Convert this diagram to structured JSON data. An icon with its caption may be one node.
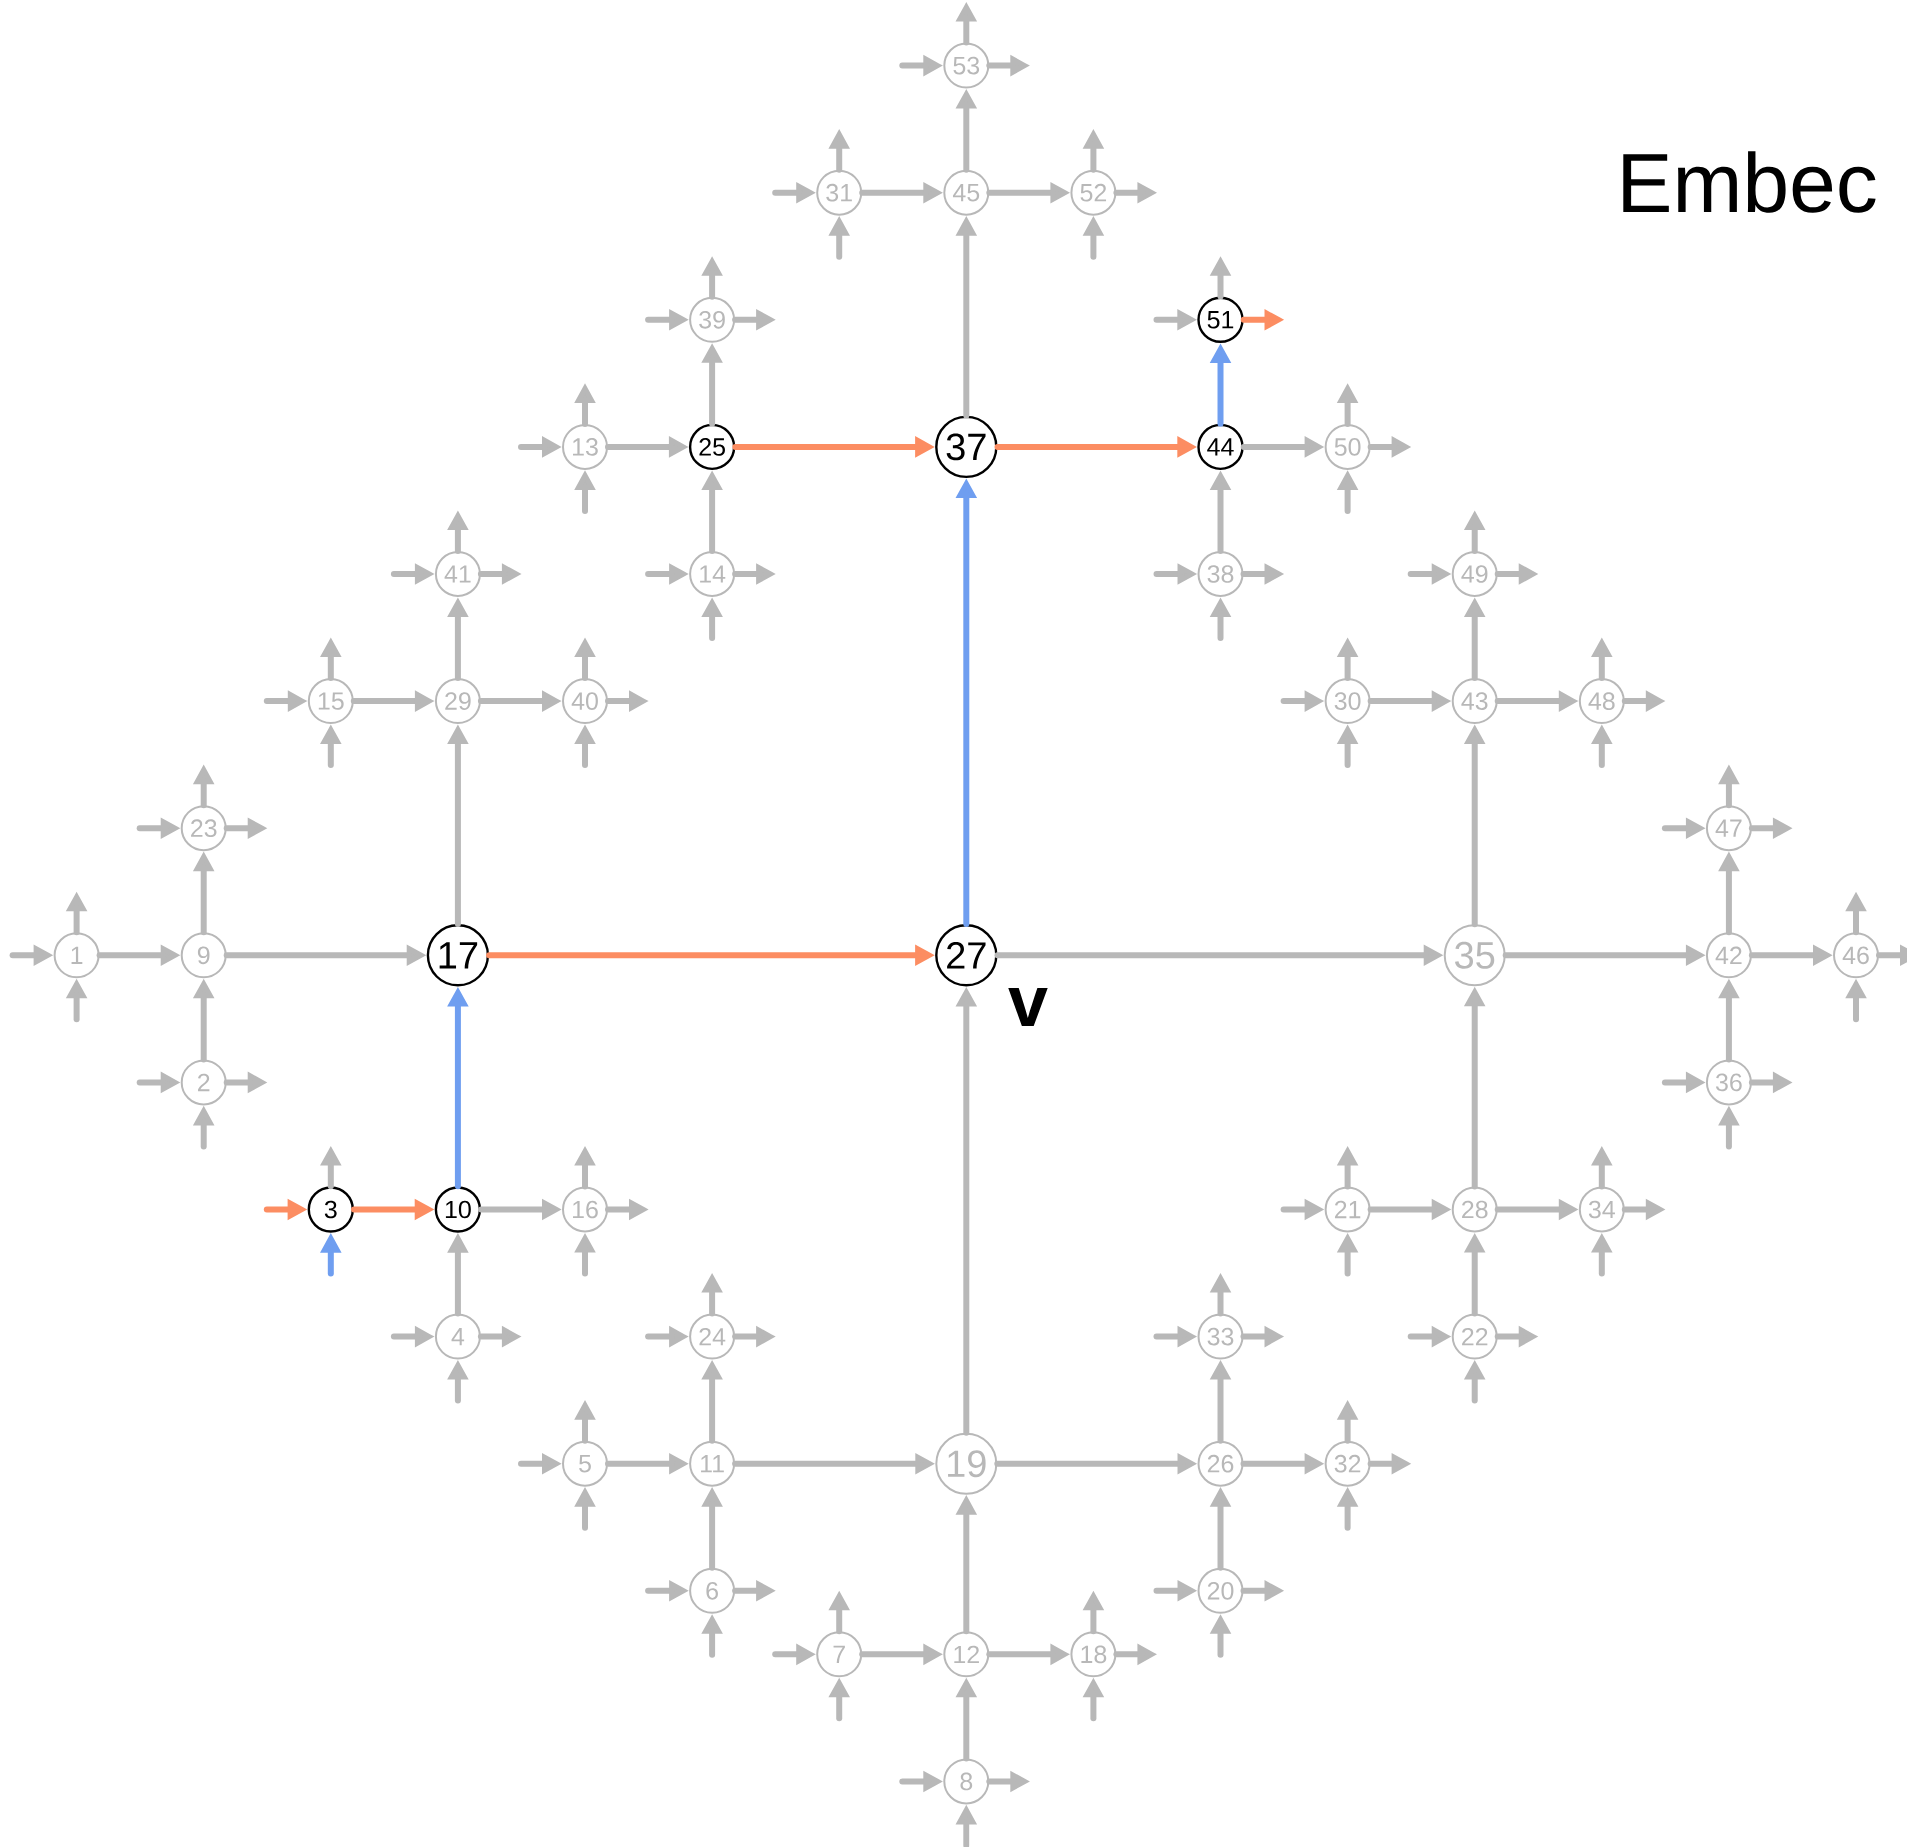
{
  "diagram": {
    "nodes": [
      {
        "text": [
          "1"
        ]
      },
      {
        "text": [
          "2"
        ]
      },
      {
        "text": [
          "3"
        ]
      },
      {
        "text": [
          "4"
        ]
      },
      {
        "text": [
          "5"
        ]
      },
      {
        "text": [
          "6"
        ]
      },
      {
        "text": [
          "7"
        ]
      },
      {
        "text": [
          "8"
        ]
      },
      {
        "text": [
          "9"
        ]
      },
      {
        "text": [
          "10"
        ]
      },
      {
        "text": [
          "11"
        ]
      },
      {
        "text": [
          "12"
        ]
      },
      {
        "text": [
          "13"
        ]
      },
      {
        "text": [
          "14"
        ]
      },
      {
        "text": [
          "15"
        ]
      },
      {
        "text": [
          "16"
        ]
      },
      {
        "text": [
          "17"
        ]
      },
      {
        "text": [
          "18"
        ]
      },
      {
        "text": [
          "19"
        ]
      },
      {
        "text": [
          "20"
        ]
      },
      {
        "text": [
          "21"
        ]
      },
      {
        "text": [
          "22"
        ]
      },
      {
        "text": [
          "23"
        ]
      },
      {
        "text": [
          "24"
        ]
      },
      {
        "text": [
          "25"
        ]
      },
      {
        "text": [
          "26"
        ]
      },
      {
        "text": [
          "27"
        ]
      },
      {
        "text": [
          "28"
        ]
      },
      {
        "text": [
          "29"
        ]
      },
      {
        "text": [
          "30"
        ]
      },
      {
        "text": [
          "31"
        ]
      },
      {
        "text": [
          "32"
        ]
      },
      {
        "text": [
          "33"
        ]
      },
      {
        "text": [
          "34"
        ]
      },
      {
        "text": [
          "35"
        ]
      },
      {
        "text": [
          "36"
        ]
      },
      {
        "text": [
          "37"
        ]
      },
      {
        "text": [
          "38"
        ]
      },
      {
        "text": [
          "39"
        ]
      },
      {
        "text": [
          "40"
        ]
      },
      {
        "text": [
          "41"
        ]
      },
      {
        "text": [
          "42"
        ]
      },
      {
        "text": [
          "43"
        ]
      },
      {
        "text": [
          "44"
        ]
      },
      {
        "text": [
          "45"
        ]
      },
      {
        "text": [
          "46"
        ]
      },
      {
        "text": [
          "47"
        ]
      },
      {
        "text": [
          "48"
        ]
      },
      {
        "text": [
          "49"
        ]
      },
      {
        "text": [
          "50"
        ]
      },
      {
        "text": [
          "51"
        ]
      },
      {
        "text": [
          "52"
        ]
      },
      {
        "text": [
          "53"
        ]
      }
    ],
    "edges": [
      {
        "from": 0,
        "to": 8,
        "arrow": "to"
      },
      {
        "from": 1,
        "to": 8,
        "arrow": "to"
      },
      {
        "from": 8,
        "to": 16,
        "arrow": "to"
      },
      {
        "from": 8,
        "to": 22,
        "arrow": "to"
      },
      {
        "from": 9,
        "to": 16,
        "arrow": "to",
        "color": "#6f9ef0"
      },
      {
        "from": 16,
        "to": 26,
        "arrow": "to",
        "color": "#fc8d62"
      },
      {
        "from": 14,
        "to": 28,
        "arrow": "to"
      },
      {
        "from": 16,
        "to": 28,
        "arrow": "to"
      },
      {
        "from": 28,
        "to": 39,
        "arrow": "to"
      },
      {
        "from": 28,
        "to": 40,
        "arrow": "to"
      },
      {
        "from": 2,
        "to": 9,
        "arrow": "to",
        "color": "#fc8d62"
      },
      {
        "from": 3,
        "to": 9,
        "arrow": "to"
      },
      {
        "from": 9,
        "to": 15,
        "arrow": "to"
      },
      {
        "from": 18,
        "to": 26,
        "arrow": "to"
      },
      {
        "from": 26,
        "to": 34,
        "arrow": "to"
      },
      {
        "from": 26,
        "to": 36,
        "arrow": "to",
        "color": "#6f9ef0"
      },
      {
        "from": 12,
        "to": 24,
        "arrow": "to"
      },
      {
        "from": 13,
        "to": 24,
        "arrow": "to"
      },
      {
        "from": 24,
        "to": 36,
        "arrow": "to",
        "color": "#fc8d62"
      },
      {
        "from": 24,
        "to": 38,
        "arrow": "to"
      },
      {
        "from": 36,
        "to": 43,
        "arrow": "to",
        "color": "#fc8d62"
      },
      {
        "from": 36,
        "to": 44,
        "arrow": "to"
      },
      {
        "from": 30,
        "to": 44,
        "arrow": "to"
      },
      {
        "from": 44,
        "to": 51,
        "arrow": "to"
      },
      {
        "from": 44,
        "to": 52,
        "arrow": "to"
      },
      {
        "from": 37,
        "to": 43,
        "arrow": "to"
      },
      {
        "from": 43,
        "to": 49,
        "arrow": "to"
      },
      {
        "from": 43,
        "to": 50,
        "arrow": "to",
        "color": "#6f9ef0"
      },
      {
        "from": 27,
        "to": 34,
        "arrow": "to"
      },
      {
        "from": 34,
        "to": 41,
        "arrow": "to"
      },
      {
        "from": 34,
        "to": 42,
        "arrow": "to"
      },
      {
        "from": 29,
        "to": 42,
        "arrow": "to"
      },
      {
        "from": 42,
        "to": 47,
        "arrow": "to"
      },
      {
        "from": 42,
        "to": 48,
        "arrow": "to"
      },
      {
        "from": 35,
        "to": 41,
        "arrow": "to"
      },
      {
        "from": 41,
        "to": 45,
        "arrow": "to"
      },
      {
        "from": 41,
        "to": 46,
        "arrow": "to"
      },
      {
        "from": 20,
        "to": 27,
        "arrow": "to"
      },
      {
        "from": 21,
        "to": 27,
        "arrow": "to"
      },
      {
        "from": 27,
        "to": 33,
        "arrow": "to"
      },
      {
        "from": 4,
        "to": 10,
        "arrow": "to"
      },
      {
        "from": 5,
        "to": 10,
        "arrow": "to"
      },
      {
        "from": 10,
        "to": 18,
        "arrow": "to"
      },
      {
        "from": 10,
        "to": 23,
        "arrow": "to"
      },
      {
        "from": 11,
        "to": 18,
        "arrow": "to"
      },
      {
        "from": 18,
        "to": 25,
        "arrow": "to"
      },
      {
        "from": 19,
        "to": 25,
        "arrow": "to"
      },
      {
        "from": 25,
        "to": 31,
        "arrow": "to"
      },
      {
        "from": 25,
        "to": 32,
        "arrow": "to"
      },
      {
        "from": 6,
        "to": 11,
        "arrow": "to"
      },
      {
        "from": 7,
        "to": 11,
        "arrow": "to"
      },
      {
        "from": 11,
        "to": 17,
        "arrow": "to"
      },
      {
        "from": null,
        "to": 0,
        "arrow": "to"
      },
      {
        "from": null,
        "to": 0,
        "arrow": "to"
      },
      {
        "from": 0,
        "to": null,
        "arrow": "to"
      },
      {
        "from": null,
        "to": 1,
        "arrow": "to"
      },
      {
        "from": null,
        "to": 1,
        "arrow": "to"
      },
      {
        "from": 1,
        "to": null,
        "arrow": "to"
      },
      {
        "from": null,
        "to": 2,
        "arrow": "to",
        "color": "#fc8d62"
      },
      {
        "from": null,
        "to": 2,
        "arrow": "to",
        "color": "#6f9ef0"
      },
      {
        "from": 2,
        "to": null,
        "arrow": "to"
      },
      {
        "from": null,
        "to": 3,
        "arrow": "to"
      },
      {
        "from": null,
        "to": 3,
        "arrow": "to"
      },
      {
        "from": 3,
        "to": null,
        "arrow": "to"
      },
      {
        "from": null,
        "to": 4,
        "arrow": "to"
      },
      {
        "from": null,
        "to": 4,
        "arrow": "to"
      },
      {
        "from": 4,
        "to": null,
        "arrow": "to"
      },
      {
        "from": null,
        "to": 5,
        "arrow": "to"
      },
      {
        "from": null,
        "to": 5,
        "arrow": "to"
      },
      {
        "from": 5,
        "to": null,
        "arrow": "to"
      },
      {
        "from": null,
        "to": 6,
        "arrow": "to"
      },
      {
        "from": null,
        "to": 6,
        "arrow": "to"
      },
      {
        "from": 6,
        "to": null,
        "arrow": "to"
      },
      {
        "from": null,
        "to": 7,
        "arrow": "to"
      },
      {
        "from": null,
        "to": 7,
        "arrow": "to"
      },
      {
        "from": 7,
        "to": null,
        "arrow": "to"
      },
      {
        "from": null,
        "to": 12,
        "arrow": "to"
      },
      {
        "from": null,
        "to": 12,
        "arrow": "to"
      },
      {
        "from": 12,
        "to": null,
        "arrow": "to"
      },
      {
        "from": null,
        "to": 13,
        "arrow": "to"
      },
      {
        "from": null,
        "to": 13,
        "arrow": "to"
      },
      {
        "from": 13,
        "to": null,
        "arrow": "to"
      },
      {
        "from": null,
        "to": 14,
        "arrow": "to"
      },
      {
        "from": null,
        "to": 14,
        "arrow": "to"
      },
      {
        "from": 14,
        "to": null,
        "arrow": "to"
      },
      {
        "from": null,
        "to": 15,
        "arrow": "to"
      },
      {
        "from": 15,
        "to": null,
        "arrow": "to"
      },
      {
        "from": 15,
        "to": null,
        "arrow": "to"
      },
      {
        "from": null,
        "to": 17,
        "arrow": "to"
      },
      {
        "from": 17,
        "to": null,
        "arrow": "to"
      },
      {
        "from": 17,
        "to": null,
        "arrow": "to"
      },
      {
        "from": null,
        "to": 19,
        "arrow": "to"
      },
      {
        "from": null,
        "to": 19,
        "arrow": "to"
      },
      {
        "from": 19,
        "to": null,
        "arrow": "to"
      },
      {
        "from": null,
        "to": 20,
        "arrow": "to"
      },
      {
        "from": null,
        "to": 20,
        "arrow": "to"
      },
      {
        "from": 20,
        "to": null,
        "arrow": "to"
      },
      {
        "from": null,
        "to": 21,
        "arrow": "to"
      },
      {
        "from": null,
        "to": 21,
        "arrow": "to"
      },
      {
        "from": 21,
        "to": null,
        "arrow": "to"
      },
      {
        "from": null,
        "to": 22,
        "arrow": "to"
      },
      {
        "from": 22,
        "to": null,
        "arrow": "to"
      },
      {
        "from": 22,
        "to": null,
        "arrow": "to"
      },
      {
        "from": null,
        "to": 23,
        "arrow": "to"
      },
      {
        "from": 23,
        "to": null,
        "arrow": "to"
      },
      {
        "from": 23,
        "to": null,
        "arrow": "to"
      },
      {
        "from": null,
        "to": 29,
        "arrow": "to"
      },
      {
        "from": null,
        "to": 29,
        "arrow": "to"
      },
      {
        "from": 29,
        "to": null,
        "arrow": "to"
      },
      {
        "from": null,
        "to": 30,
        "arrow": "to"
      },
      {
        "from": null,
        "to": 30,
        "arrow": "to"
      },
      {
        "from": 30,
        "to": null,
        "arrow": "to"
      },
      {
        "from": null,
        "to": 31,
        "arrow": "to"
      },
      {
        "from": 31,
        "to": null,
        "arrow": "to"
      },
      {
        "from": 31,
        "to": null,
        "arrow": "to"
      },
      {
        "from": null,
        "to": 32,
        "arrow": "to"
      },
      {
        "from": 32,
        "to": null,
        "arrow": "to"
      },
      {
        "from": 32,
        "to": null,
        "arrow": "to"
      },
      {
        "from": null,
        "to": 33,
        "arrow": "to"
      },
      {
        "from": 33,
        "to": null,
        "arrow": "to"
      },
      {
        "from": 33,
        "to": null,
        "arrow": "to"
      },
      {
        "from": null,
        "to": 35,
        "arrow": "to"
      },
      {
        "from": null,
        "to": 35,
        "arrow": "to"
      },
      {
        "from": 35,
        "to": null,
        "arrow": "to"
      },
      {
        "from": null,
        "to": 37,
        "arrow": "to"
      },
      {
        "from": null,
        "to": 37,
        "arrow": "to"
      },
      {
        "from": 37,
        "to": null,
        "arrow": "to"
      },
      {
        "from": null,
        "to": 38,
        "arrow": "to"
      },
      {
        "from": 38,
        "to": null,
        "arrow": "to"
      },
      {
        "from": 38,
        "to": null,
        "arrow": "to"
      },
      {
        "from": null,
        "to": 39,
        "arrow": "to"
      },
      {
        "from": 39,
        "to": null,
        "arrow": "to"
      },
      {
        "from": 39,
        "to": null,
        "arrow": "to"
      },
      {
        "from": null,
        "to": 40,
        "arrow": "to"
      },
      {
        "from": 40,
        "to": null,
        "arrow": "to"
      },
      {
        "from": 40,
        "to": null,
        "arrow": "to"
      },
      {
        "from": null,
        "to": 45,
        "arrow": "to"
      },
      {
        "from": 45,
        "to": null,
        "arrow": "to"
      },
      {
        "from": 45,
        "to": null,
        "arrow": "to"
      },
      {
        "from": null,
        "to": 46,
        "arrow": "to"
      },
      {
        "from": 46,
        "to": null,
        "arrow": "to"
      },
      {
        "from": 46,
        "to": null,
        "arrow": "to"
      },
      {
        "from": null,
        "to": 47,
        "arrow": "to"
      },
      {
        "from": 47,
        "to": null,
        "arrow": "to"
      },
      {
        "from": 47,
        "to": null,
        "arrow": "to"
      },
      {
        "from": null,
        "to": 48,
        "arrow": "to"
      },
      {
        "from": 48,
        "to": null,
        "arrow": "to"
      },
      {
        "from": 48,
        "to": null,
        "arrow": "to"
      },
      {
        "from": null,
        "to": 49,
        "arrow": "to"
      },
      {
        "from": 49,
        "to": null,
        "arrow": "to"
      },
      {
        "from": 49,
        "to": null,
        "arrow": "to"
      },
      {
        "from": null,
        "to": 50,
        "arrow": "to"
      },
      {
        "from": 50,
        "to": null,
        "arrow": "to",
        "color": "#fc8d62"
      },
      {
        "from": 50,
        "to": null,
        "arrow": "to"
      },
      {
        "from": null,
        "to": 51,
        "arrow": "to"
      },
      {
        "from": 51,
        "to": null,
        "arrow": "to"
      },
      {
        "from": 51,
        "to": null,
        "arrow": "to"
      },
      {
        "from": null,
        "to": 52,
        "arrow": "to"
      },
      {
        "from": 52,
        "to": null,
        "arrow": "to"
      },
      {
        "from": 52,
        "to": null,
        "arrow": "to"
      }
    ],
    "labels": [
      "v",
      "Embec"
    ]
  }
}
